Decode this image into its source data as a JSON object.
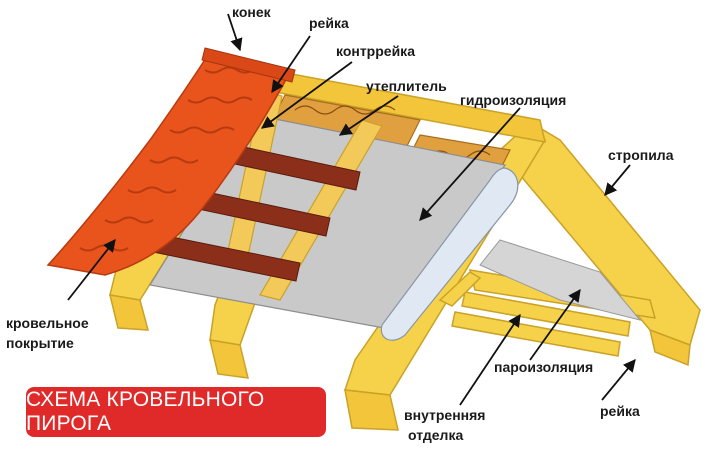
{
  "labels": {
    "konek": "конек",
    "reika_top": "рейка",
    "kontrreika": "контррейка",
    "uteplitel": "утеплитель",
    "gidroizolyaciya": "гидроизоляция",
    "stropila": "стропила",
    "krovelnoe_1": "кровельное",
    "krovelnoe_2": "покрытие",
    "paroizolyaciya": "пароизоляция",
    "vnutrennyaya_1": "внутренняя",
    "vnutrennyaya_2": "отделка",
    "reika_bottom": "рейка"
  },
  "banner": {
    "text": "СХЕМА КРОВЕЛЬНОГО ПИРОГА"
  },
  "colors": {
    "wood": "#f6d24a",
    "wood_edge": "#c9a227",
    "tile": "#e8541c",
    "tile_dark": "#b83a10",
    "batten": "#8b2f1a",
    "membrane": "#cfcfcf",
    "insulation": "#e0a040",
    "accent": "#e02a2a"
  }
}
